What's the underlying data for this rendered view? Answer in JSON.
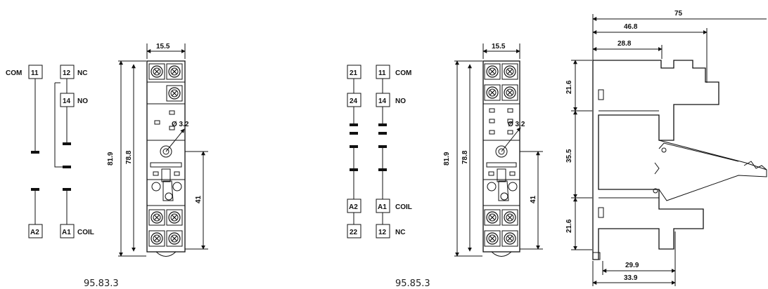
{
  "wiring_1": {
    "com": "COM",
    "t11": "11",
    "t12": "12",
    "nc": "NC",
    "t14": "14",
    "no": "NO",
    "a2": "A2",
    "a1": "A1",
    "coil": "COIL"
  },
  "socket_1": {
    "width": "15.5",
    "height_total": "81.9",
    "height_inner": "78.8",
    "hole": "Ø 3.2",
    "hole_pitch": "41",
    "caption": "95.83.3"
  },
  "wiring_2": {
    "t21": "21",
    "t11": "11",
    "com": "COM",
    "t24": "24",
    "t14": "14",
    "no": "NO",
    "a2": "A2",
    "a1": "A1",
    "coil": "COIL",
    "t22": "22",
    "t12": "12",
    "nc": "NC"
  },
  "socket_2": {
    "width": "15.5",
    "height_total": "81.9",
    "height_inner": "78.8",
    "hole": "Ø 3.2",
    "hole_pitch": "41",
    "caption": "95.85.3"
  },
  "side_view": {
    "d75": "75",
    "d46_8": "46.8",
    "d28_8": "28.8",
    "d21_6_top": "21.6",
    "d35_5": "35.5",
    "d21_6_bot": "21.6",
    "d29_9": "29.9",
    "d33_9": "33.9"
  }
}
